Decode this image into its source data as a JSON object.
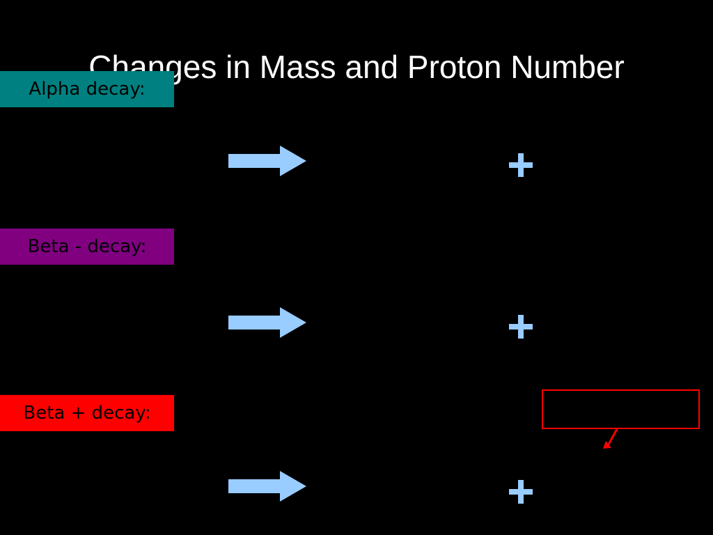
{
  "slide": {
    "title": "Changes in Mass and Proton Number"
  },
  "labels": {
    "alpha": "Alpha decay:",
    "beta_minus": "Beta - decay:",
    "beta_plus": "Beta + decay:"
  },
  "colors": {
    "background": "#000000",
    "title_text": "#ffffff",
    "alpha_label_bg": "#008080",
    "beta_minus_label_bg": "#800080",
    "beta_plus_label_bg": "#ff0000",
    "arrow_fill": "#99ccff",
    "plus_fill": "#99ccff",
    "highlight_box": "#ff0000"
  },
  "icons": {
    "reaction_arrow": "right-arrow-icon",
    "plus_sign": "plus-icon",
    "pointer": "red-arrow-icon"
  }
}
